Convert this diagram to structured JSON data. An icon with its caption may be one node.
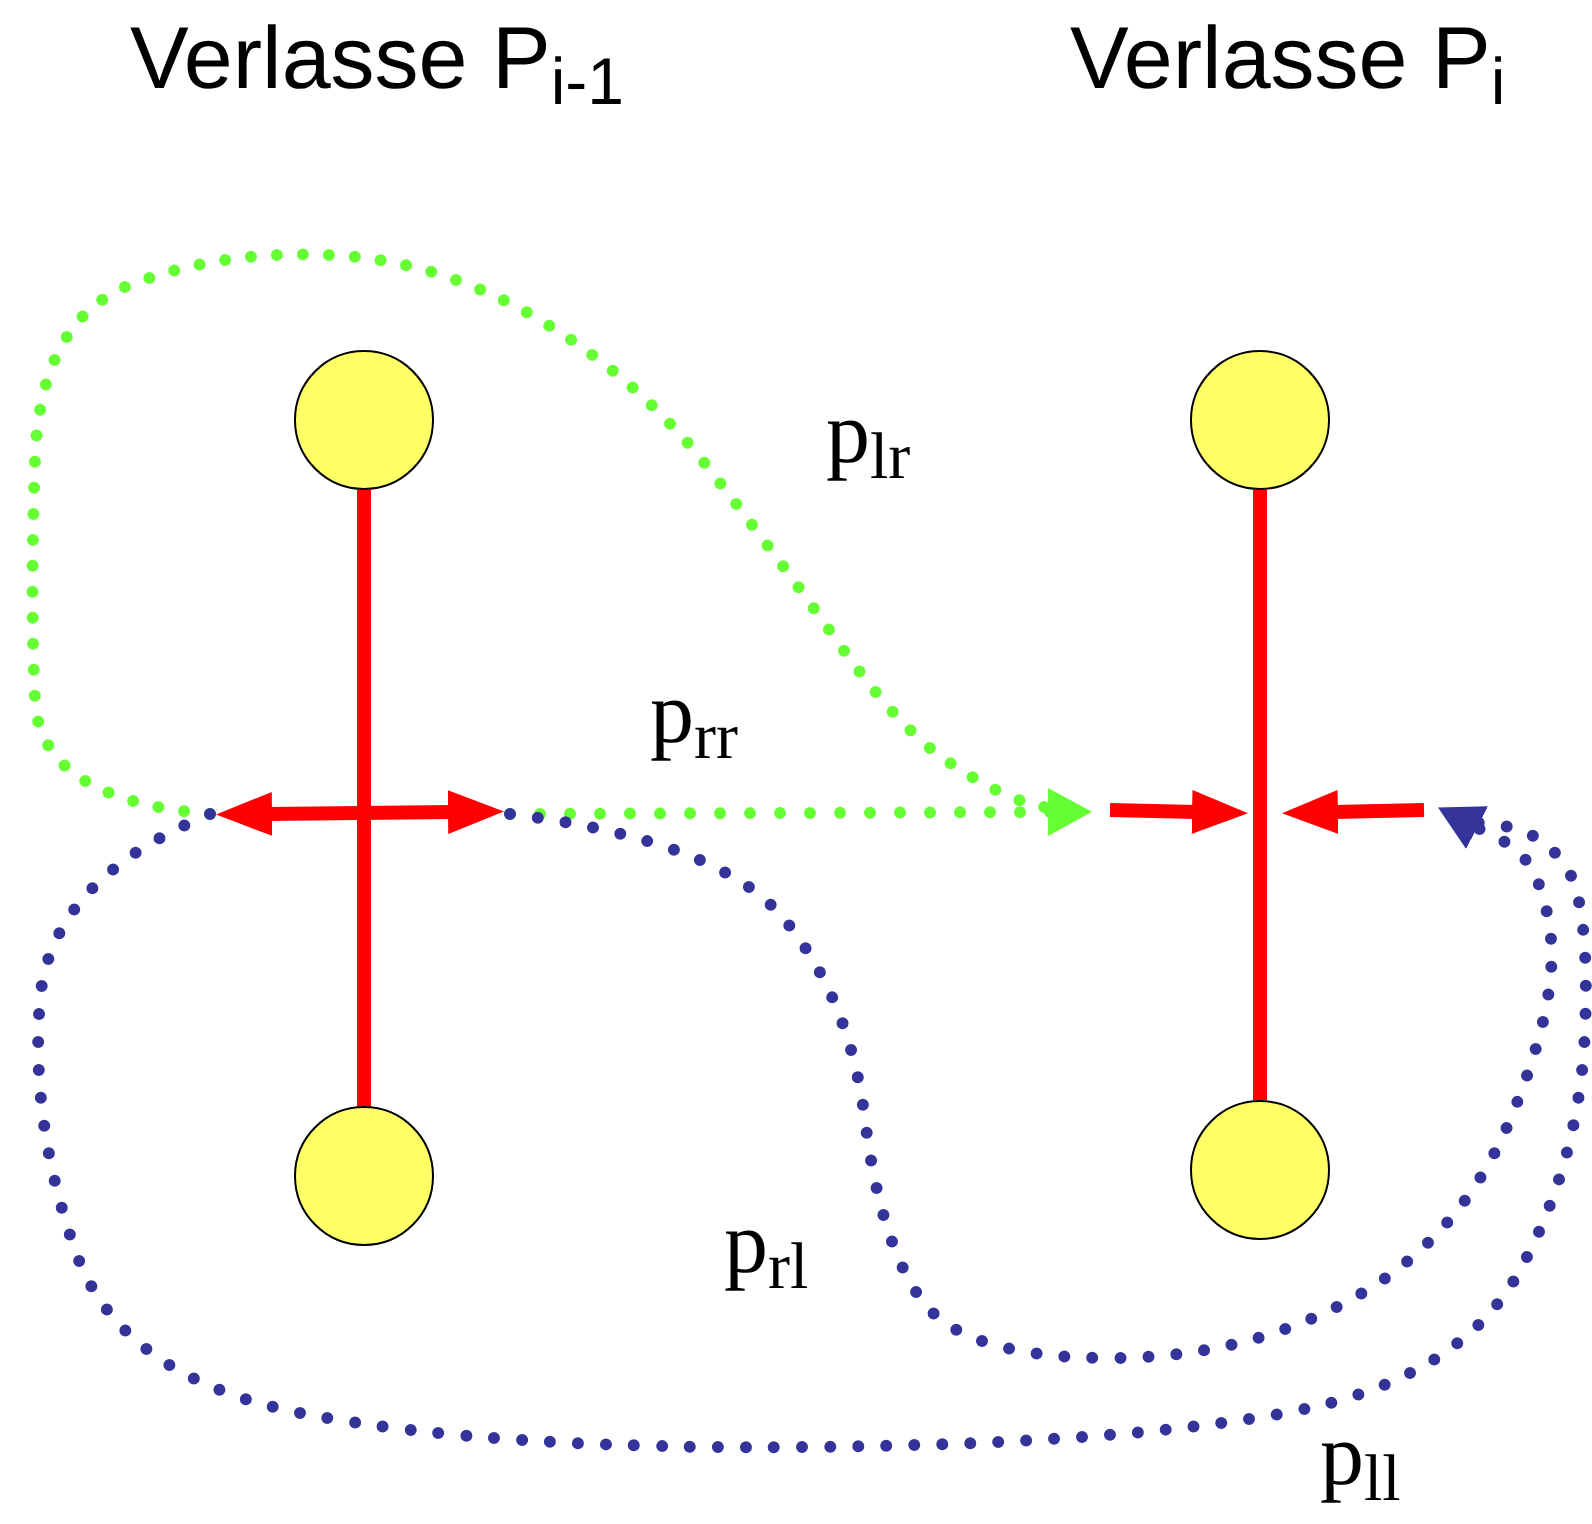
{
  "diagram": {
    "nodes": [
      {
        "text": [],
        "shape": "circle"
      },
      {
        "text": [],
        "shape": "circle"
      },
      {
        "text": [],
        "shape": "circle"
      },
      {
        "text": [],
        "shape": "circle"
      }
    ],
    "edges": [
      {
        "from": 0,
        "to": 1,
        "arrow": "none"
      },
      {
        "from": 2,
        "to": 3,
        "arrow": "none"
      }
    ],
    "labels": [
      "Verlasse P$_{i-1}$",
      "Verlasse P$_{i}$",
      "p$_{lr}$",
      "p$_{rr}$",
      "p$_{rl}$",
      "p$_{ll}$"
    ]
  }
}
